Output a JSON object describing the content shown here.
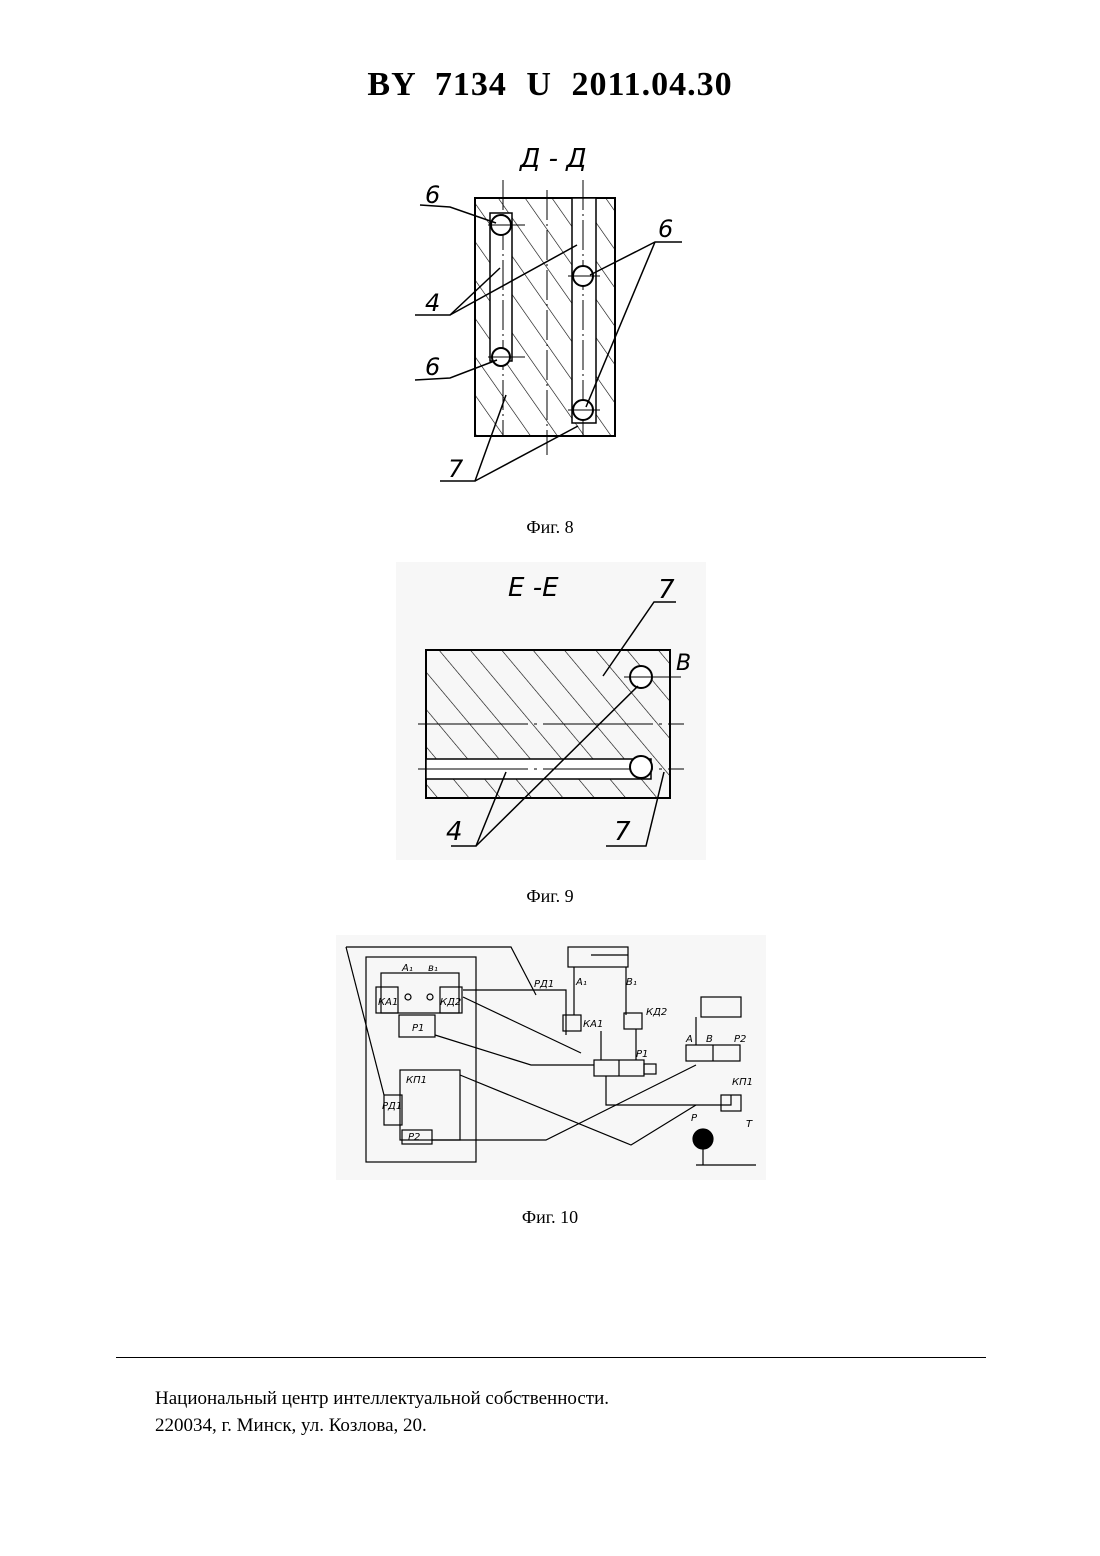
{
  "header": {
    "title": "BY  7134  U  2011.04.30"
  },
  "figures": [
    {
      "caption": "Фиг. 8",
      "section_label": "Д - Д",
      "labels": {
        "l6a": "6",
        "l6b": "6",
        "l6c": "6",
        "l4": "4",
        "l7": "7"
      }
    },
    {
      "caption": "Фиг. 9",
      "section_label": "Е -Е",
      "labels": {
        "l7a": "7",
        "lB": "В",
        "l4": "4",
        "l7b": "7"
      }
    },
    {
      "caption": "Фиг. 10",
      "labels": {
        "A1a": "A₁",
        "B1a": "в₁",
        "KA1a": "КА1",
        "KD2a": "КД2",
        "P1a": "Р1",
        "RD1": "РД1",
        "A1b": "A₁",
        "B1b": "В₁",
        "KA1b": "КА1",
        "KD2b": "КД2",
        "P1b": "Р1",
        "A": "А",
        "B": "В",
        "P2b": "Р2",
        "KP1": "КП1",
        "P": "Р",
        "T": "Т",
        "KPa": "КП1",
        "RD1a": "РД1",
        "P2a": "Р2"
      }
    }
  ],
  "footer": {
    "line1": "Национальный центр интеллектуальной собственности.",
    "line2": "220034, г. Минск, ул. Козлова, 20."
  }
}
